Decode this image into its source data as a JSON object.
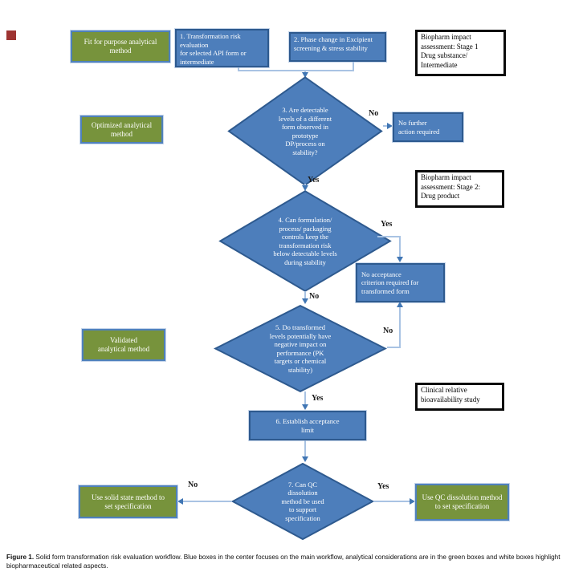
{
  "nodes": {
    "green_fit": "Fit for purpose analytical\nmethod",
    "step1": "1. Transformation risk evaluation\nfor selected API form or\nintermediate",
    "step2": "2. Phase change in Excipient\nscreening & stress stability",
    "biopharm1": "Biopharm impact\nassessment: Stage 1\nDrug substance/\nIntermediate",
    "green_optimized": "Optimized analytical\nmethod",
    "decision3": "3. Are detectable\nlevels of a different\nform observed in\nprototype\nDP/process on\nstability?",
    "no_further": "No further\naction required",
    "biopharm2": "Biopharm impact\nassessment: Stage 2:\nDrug product",
    "decision4": "4. Can formulation/\nprocess/ packaging\ncontrols keep the\ntransformation risk\nbelow detectable levels\nduring stability",
    "no_acceptance": "No acceptance\ncriterion required for\ntransformed form",
    "decision5": "5. Do transformed\nlevels potentially have\nnegative impact on\nperformance (PK\ntargets or chemical\nstability)",
    "green_validated": "Validated\nanalytical method",
    "clinical": "Clinical relative\nbioavailability  study",
    "step6": "6. Establish acceptance\nlimit",
    "decision7": "7. Can QC\ndissolution\nmethod be used\nto support\nspecification",
    "green_solid_state": "Use solid state method to\nset specification",
    "green_qc": "Use QC dissolution  method\nto set  specification"
  },
  "labels": {
    "yes": "Yes",
    "no": "No"
  },
  "caption": {
    "label": "Figure 1.",
    "text": " Solid form transformation risk evaluation workflow. Blue boxes in the center focuses on the main workflow, analytical considerations are in the green boxes and white boxes highlight biopharmaceutical related aspects."
  },
  "colors": {
    "blue_fill": "#4d7ebb",
    "blue_border": "#2e5a8f",
    "green_fill": "#77933c",
    "green_border": "#4f81bd",
    "connector": "#a9c3e3",
    "arrow": "#4076b4",
    "note_border": "#0a0a0a",
    "marker_red": "#9e3432"
  }
}
